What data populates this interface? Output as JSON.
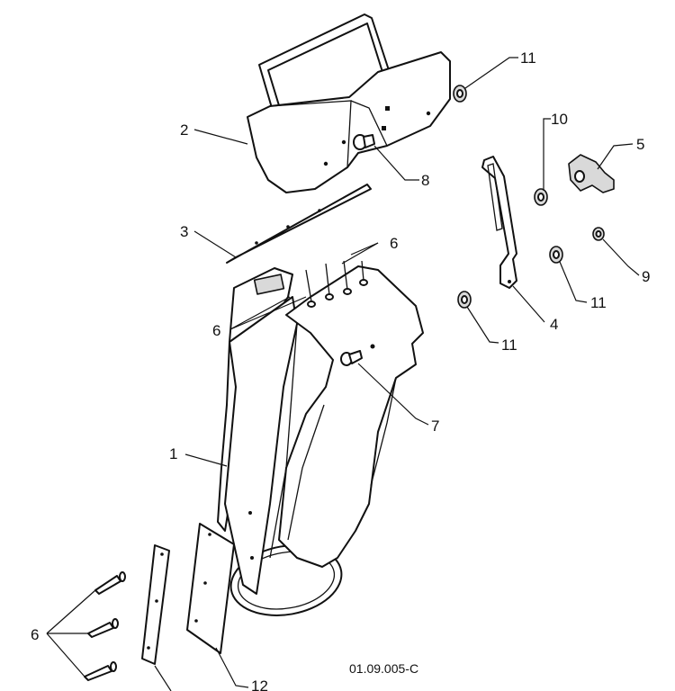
{
  "callouts": {
    "c1": "1",
    "c2": "2",
    "c3": "3",
    "c4": "4",
    "c5": "5",
    "c6a": "6",
    "c6b": "6",
    "c6c": "6",
    "c7": "7",
    "c8": "8",
    "c9": "9",
    "c10": "10",
    "c11a": "11",
    "c11b": "11",
    "c11c": "11",
    "c12": "12"
  },
  "drawing_code": "01.09.005-C"
}
